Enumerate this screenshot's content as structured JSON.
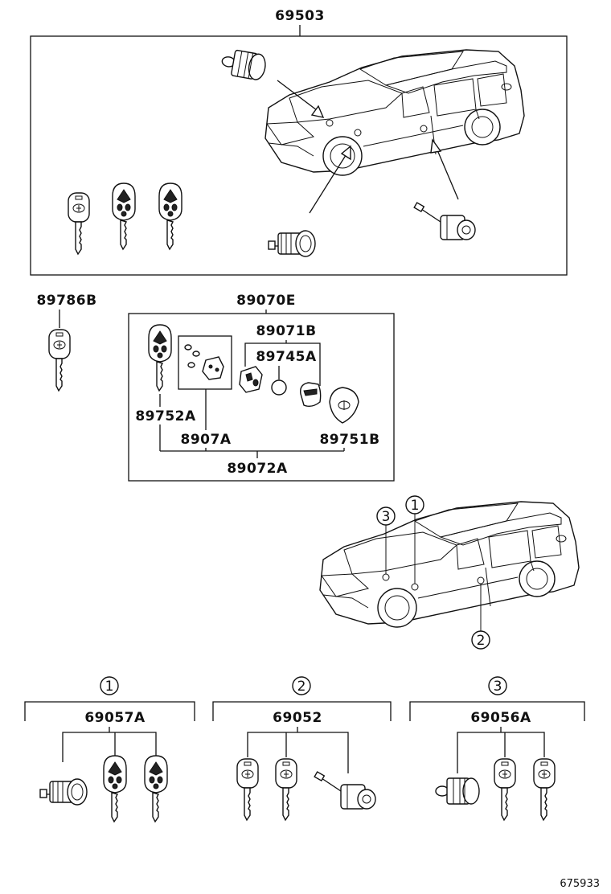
{
  "top_set": {
    "part_number": "69503"
  },
  "single_key": {
    "part_number": "89786B"
  },
  "transmitter_set": {
    "part_number": "89070E",
    "case_number": "89071B",
    "cover_number": "89745A",
    "key_number": "89752A",
    "board_number": "8907A",
    "plate_number": "89751B",
    "assembly_number": "89072A"
  },
  "locations": {
    "one": "1",
    "two": "2",
    "three": "3"
  },
  "groups": [
    {
      "callout": "1",
      "part_number": "69057A"
    },
    {
      "callout": "2",
      "part_number": "69052"
    },
    {
      "callout": "3",
      "part_number": "69056A"
    }
  ],
  "footer": {
    "diagram_id": "675933"
  }
}
